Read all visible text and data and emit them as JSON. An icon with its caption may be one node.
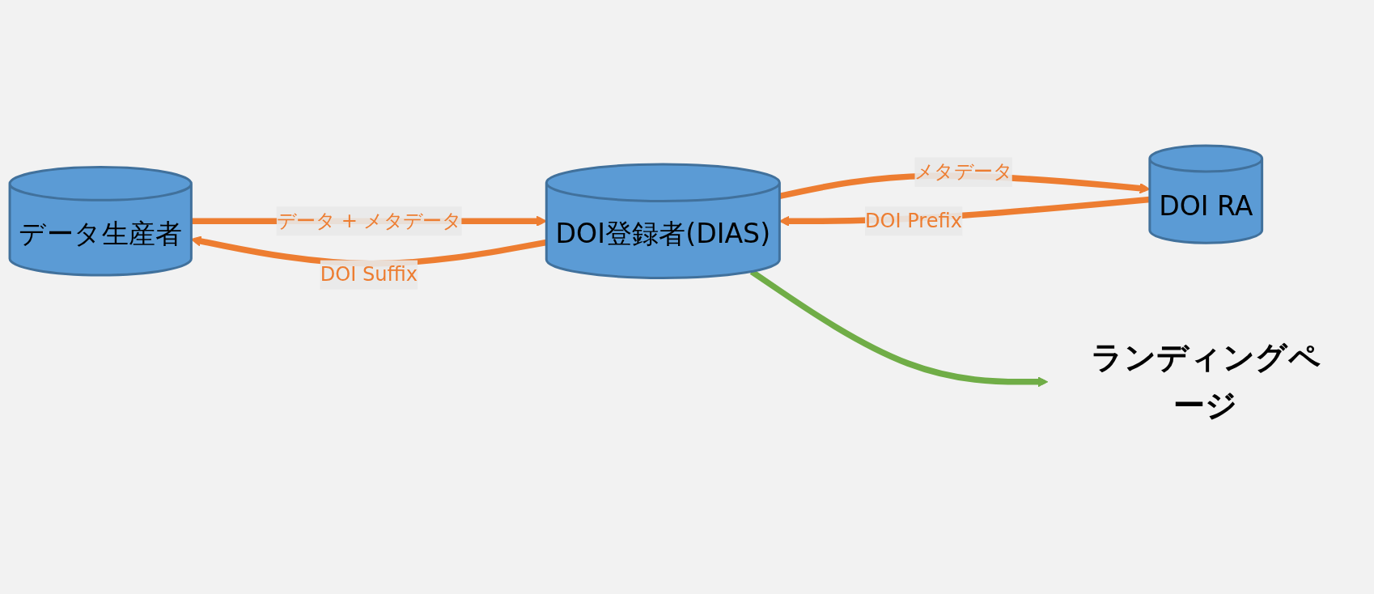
{
  "diagram": {
    "nodes": [
      {
        "text": [
          "データ生産者"
        ]
      },
      {
        "text": [
          "DOI登録者(DIAS)"
        ]
      },
      {
        "text": [
          "DOI RA"
        ]
      },
      {
        "text": [
          "ランディングページ"
        ]
      }
    ],
    "edges": [
      {
        "from": 0,
        "to": 1,
        "arrow": "to",
        "label": "データ + メタデータ"
      },
      {
        "from": 1,
        "to": 0,
        "arrow": "to",
        "label": "DOI Suffix"
      },
      {
        "from": 1,
        "to": 2,
        "arrow": "to",
        "label": "メタデータ"
      },
      {
        "from": 2,
        "to": 1,
        "arrow": "to",
        "label": "DOI Prefix"
      },
      {
        "from": 1,
        "to": 3,
        "arrow": "to",
        "color": "#70ad47"
      }
    ]
  }
}
